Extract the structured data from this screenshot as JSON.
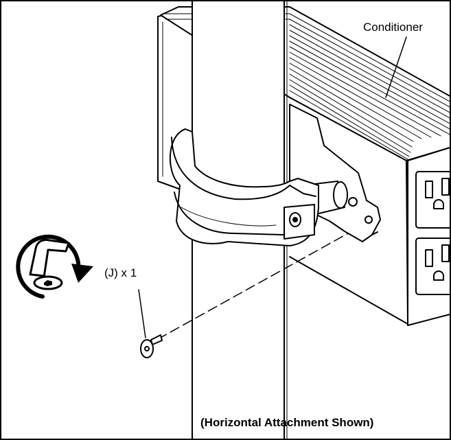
{
  "labels": {
    "conditioner": "Conditioner",
    "part": "(J) x 1",
    "caption": "(Horizontal Attachment Shown)"
  },
  "icons": {
    "tool": "hex-key-clockwise-icon",
    "screw": "hex-socket-screw-icon"
  },
  "colors": {
    "line": "#000000",
    "fill": "#ffffff",
    "shade": "#e6e6e6"
  }
}
